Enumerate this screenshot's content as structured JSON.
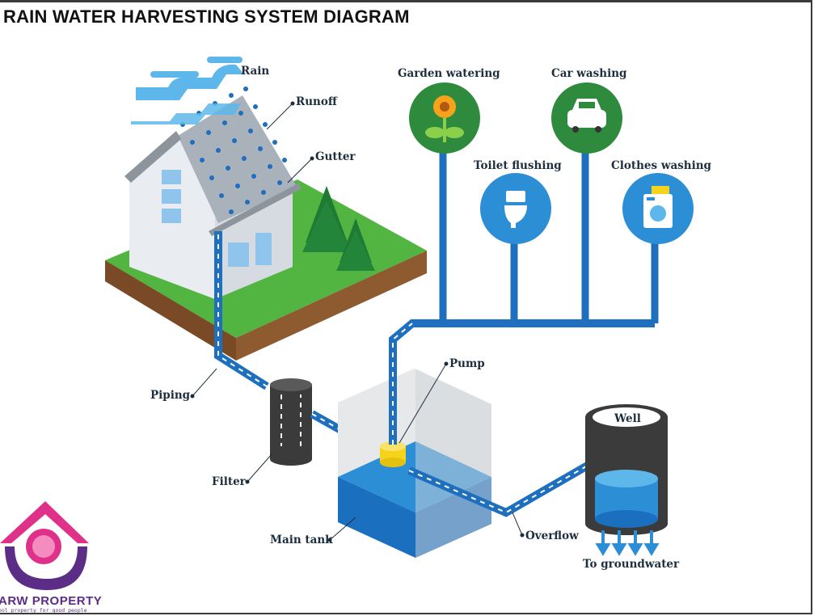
{
  "title": "RAIN WATER HARVESTING SYSTEM DIAGRAM",
  "labels": {
    "rain": "Rain",
    "runoff": "Runoff",
    "gutter": "Gutter",
    "piping": "Piping",
    "filter": "Filter",
    "main_tank": "Main tank",
    "pump": "Pump",
    "overflow": "Overflow",
    "well": "Well",
    "to_groundwater": "To groundwater",
    "garden_watering": "Garden watering",
    "car_washing": "Car washing",
    "toilet_flushing": "Toilet flushing",
    "clothes_washing": "Clothes washing"
  },
  "logo": {
    "brand": "ARW PROPERTY",
    "tagline": "ool property for good people"
  },
  "colors": {
    "pipe": "#1f6fbf",
    "water": "#1c86d8",
    "grass": "#4cae3a",
    "usage_green": "#2e8b3d",
    "usage_blue": "#2c8fd6",
    "logo_pink": "#e0318a",
    "logo_purple": "#5b2d86"
  },
  "icons": [
    "cloud-icon",
    "sunflower-icon",
    "car-icon",
    "toilet-icon",
    "washing-machine-icon",
    "tree-icon",
    "house-icon"
  ]
}
